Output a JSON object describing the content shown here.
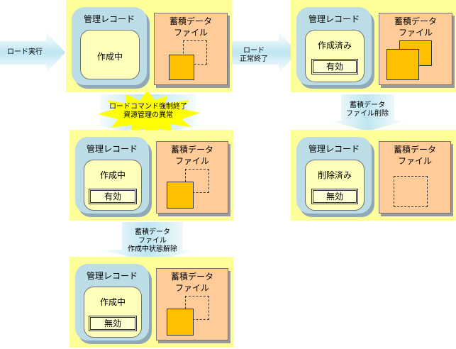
{
  "actions": {
    "load_exec": "ロード実行",
    "load_ok_line1": "ロード",
    "load_ok_line2": "正常終了",
    "forced_line1": "ロードコマンド強制終了",
    "forced_line2": "資源管理の異常",
    "delete_line1": "蓄積データ",
    "delete_line2": "ファイル削除",
    "release_line1": "蓄積データ",
    "release_line2": "ファイル",
    "release_line3": "作成中状態解除"
  },
  "boxes": {
    "mgmt_title": "管理レコード",
    "store_title_1": "蓄積データ",
    "store_title_2": "ファイル"
  },
  "states": {
    "creating": "作成中",
    "created": "作成済み",
    "deleted": "削除済み",
    "valid": "有効",
    "invalid": "無効"
  },
  "colors": {
    "panel": "#ffff99",
    "mgmt": "#bcdde6",
    "store": "#ffcc99",
    "file": "#ffc000",
    "arrow": "#ccebf5",
    "burst": "#ffff00"
  }
}
